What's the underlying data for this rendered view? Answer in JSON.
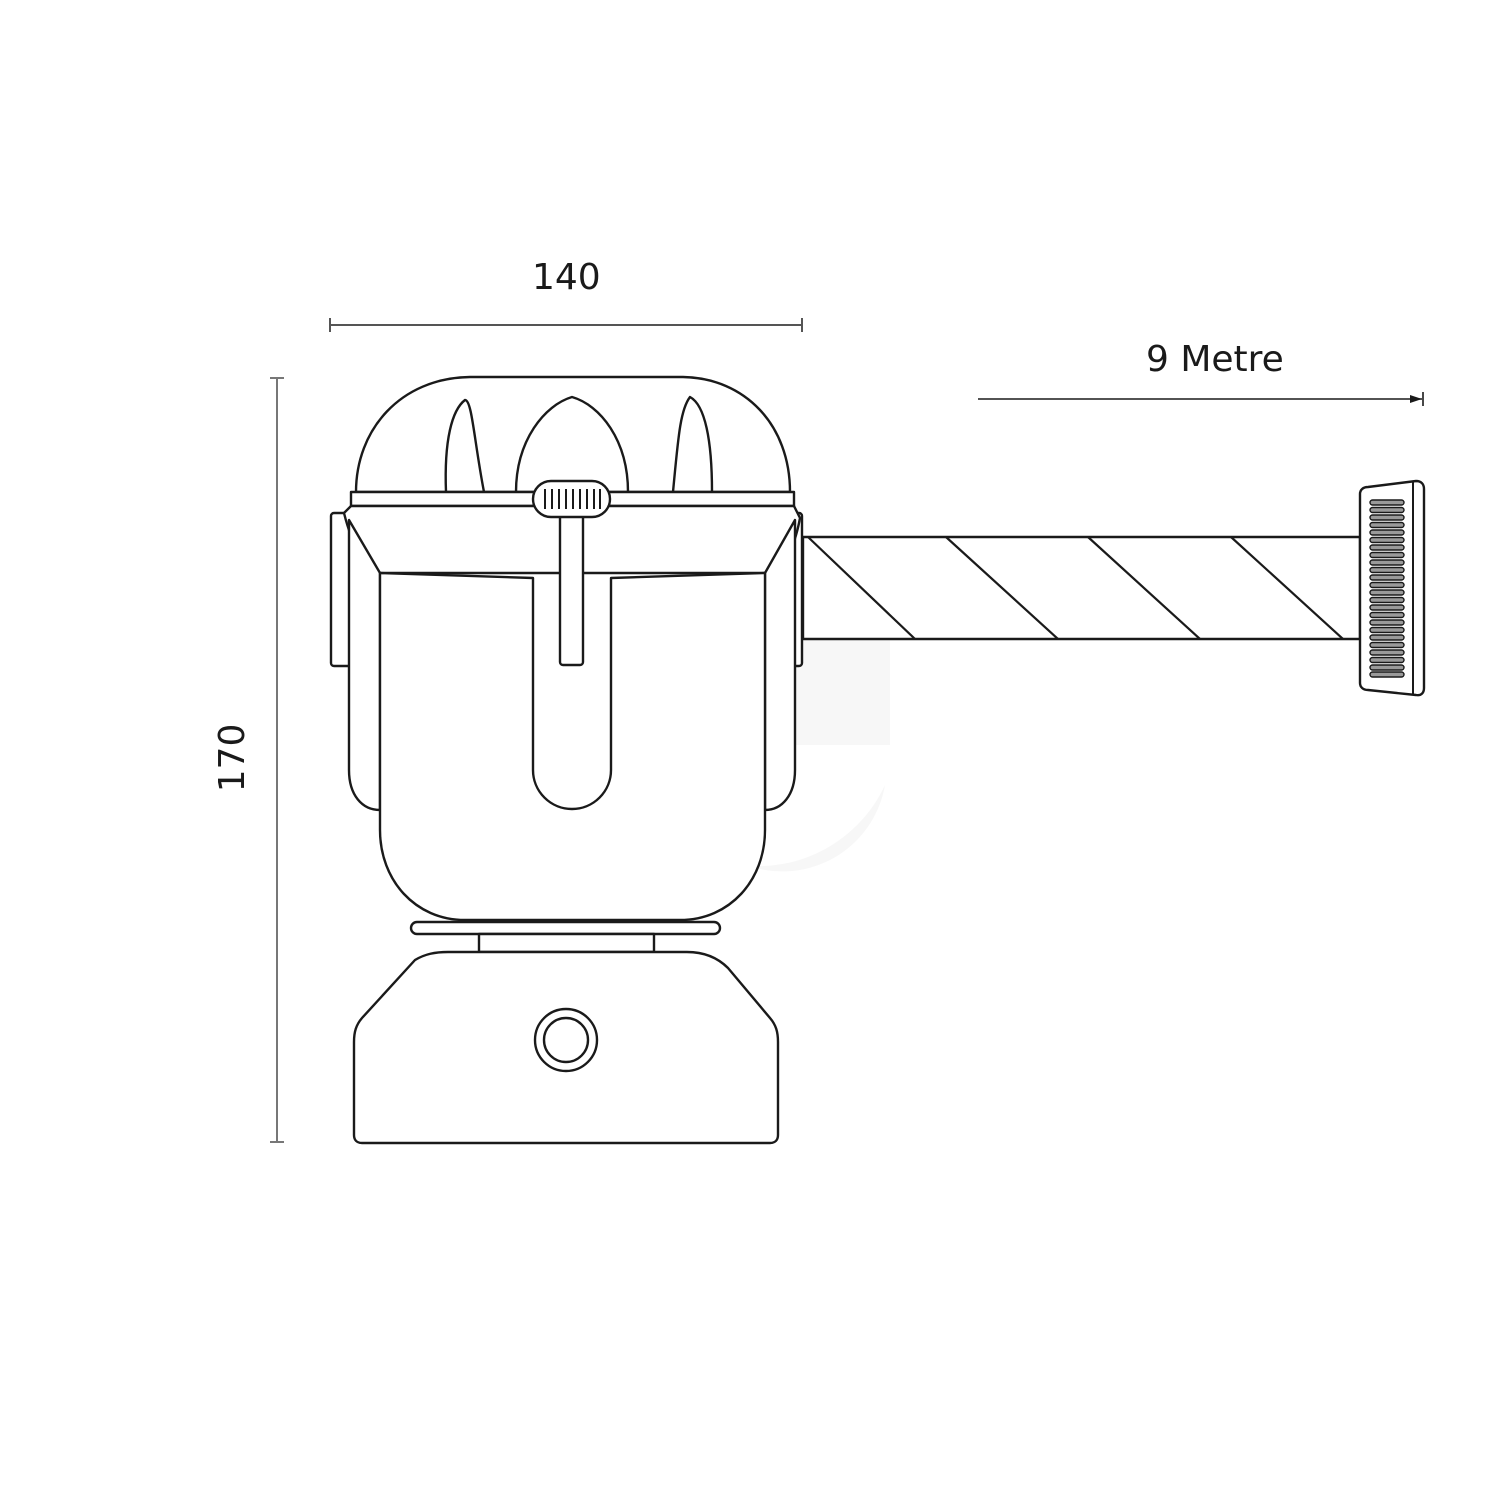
{
  "diagram": {
    "subject": "Wall-mounted retractable belt barrier",
    "dimensions": {
      "width": {
        "label": "140",
        "orientation": "horizontal"
      },
      "height": {
        "label": "170",
        "orientation": "vertical"
      },
      "belt_length": {
        "label": "9 Metre",
        "orientation": "horizontal",
        "arrow": "right"
      }
    },
    "colors": {
      "line": "#1a1a1a",
      "dimension_line": "#555555",
      "background": "#ffffff",
      "watermark": "#f7f7f7",
      "cassette_slot_fill": "#9a9a9a"
    },
    "parts": [
      "top-cap",
      "locking-slider",
      "housing-body",
      "side-flanges",
      "mount-collar",
      "wall-bracket-base",
      "fixing-hole",
      "belt",
      "belt-end-cassette"
    ]
  }
}
